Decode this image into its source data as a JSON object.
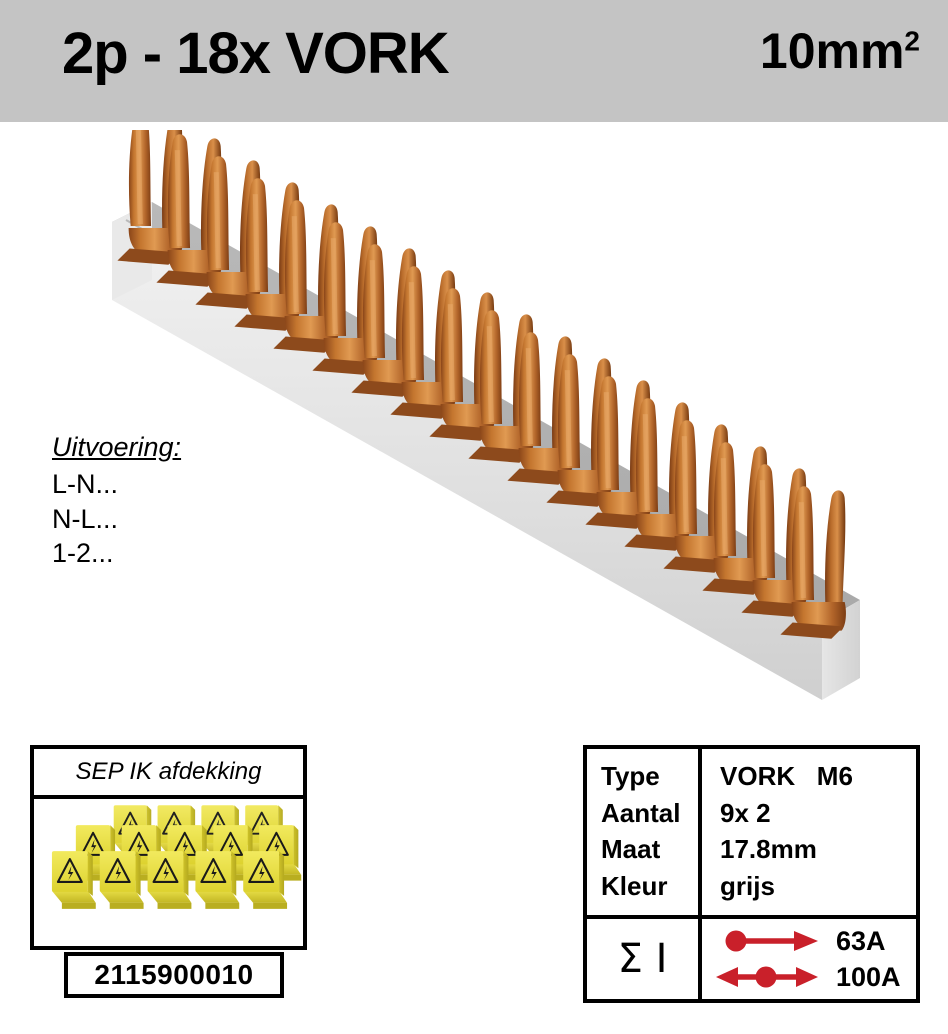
{
  "header": {
    "title": "2p - 18x VORK",
    "cross_section": "10mm",
    "cross_section_sup": "2",
    "background_color": "#c4c4c4"
  },
  "product_image": {
    "description": "busbar-pin-rail",
    "rail_color": "#d8d8d8",
    "terminal_color": "#b5651d",
    "terminal_count": 18
  },
  "uitvoering": {
    "title": "Uitvoering:",
    "options": [
      "L-N...",
      "N-L...",
      "1-2..."
    ]
  },
  "sep_panel": {
    "header_label": "SEP IK afdekking",
    "article_number": "2115900010",
    "cover_color": "#e8e13c",
    "warning_symbol": "high-voltage-triangle"
  },
  "spec_table": {
    "rows": [
      {
        "label": "Type",
        "value": "VORK   M6"
      },
      {
        "label": "Aantal",
        "value": "9x 2"
      },
      {
        "label": "Maat",
        "value": "17.8mm"
      },
      {
        "label": "Kleur",
        "value": "grijs"
      }
    ],
    "sum_symbol": "Σ I",
    "ratings": [
      {
        "type": "single-direction",
        "value": "63A"
      },
      {
        "type": "bi-direction",
        "value": "100A"
      }
    ],
    "arrow_color": "#c9202a"
  }
}
